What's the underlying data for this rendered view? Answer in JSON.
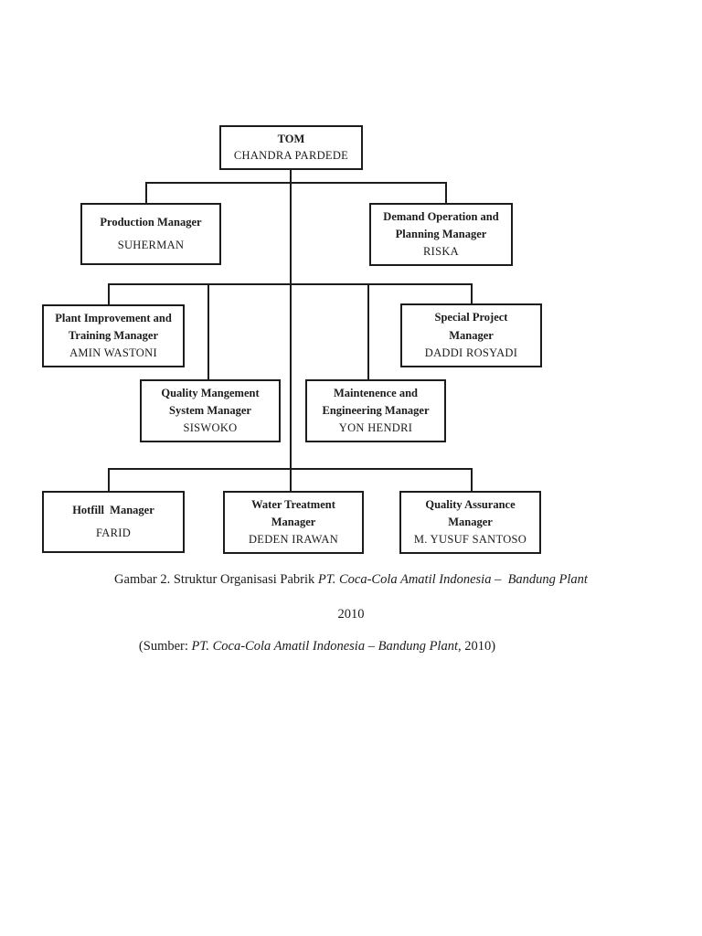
{
  "org_chart": {
    "type": "org-chart",
    "nodes": {
      "tom": {
        "title": [
          "TOM"
        ],
        "name": "CHANDRA PARDEDE"
      },
      "production": {
        "title": [
          "Production Manager"
        ],
        "name": "SUHERMAN"
      },
      "demand": {
        "title": [
          "Demand Operation and",
          "Planning Manager"
        ],
        "name": "RISKA"
      },
      "plant": {
        "title": [
          "Plant Improvement and",
          "Training Manager"
        ],
        "name": "AMIN WASTONI"
      },
      "special": {
        "title": [
          "Special Project",
          "Manager"
        ],
        "name": "DADDI ROSYADI"
      },
      "qms": {
        "title": [
          "Quality Mangement",
          "System Manager"
        ],
        "name": "SISWOKO"
      },
      "maintenance": {
        "title": [
          "Maintenence and",
          "Engineering Manager"
        ],
        "name": "YON HENDRI"
      },
      "hotfill": {
        "title": [
          "Hotfill  Manager"
        ],
        "name": "FARID"
      },
      "water": {
        "title": [
          "Water Treatment",
          "Manager"
        ],
        "name": "DEDEN IRAWAN"
      },
      "qa": {
        "title": [
          "Quality Assurance",
          "Manager"
        ],
        "name": "M. YUSUF SANTOSO"
      }
    },
    "line_color": "#1c1c1c",
    "box_border_color": "#1c1c1c",
    "background_color": "#ffffff"
  },
  "caption": {
    "line1_regular": "Gambar 2. Struktur Organisasi Pabrik ",
    "line1_italic": "PT. Coca-Cola Amatil Indonesia –  Bandung Plant",
    "line2": "2010",
    "line3_open": "(Sumber: ",
    "line3_italic": "PT. Coca-Cola Amatil Indonesia – Bandung Plant,",
    "line3_close": " 2010)"
  }
}
